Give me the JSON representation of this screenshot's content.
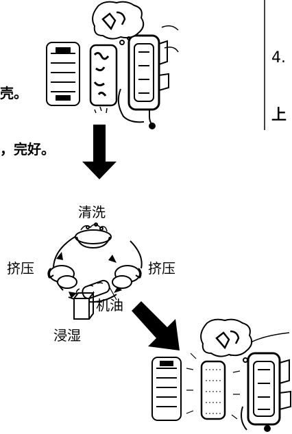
{
  "text": {
    "shell_fragment": "壳。",
    "intact_fragment": "，完好。",
    "step_number": "4.",
    "right_fragment": "上",
    "wash": "清洗",
    "squeeze_left": "挤压",
    "squeeze_right": "挤压",
    "engine_oil": "机油",
    "soak": "浸湿"
  },
  "colors": {
    "ink": "#000000",
    "paper": "#ffffff"
  }
}
